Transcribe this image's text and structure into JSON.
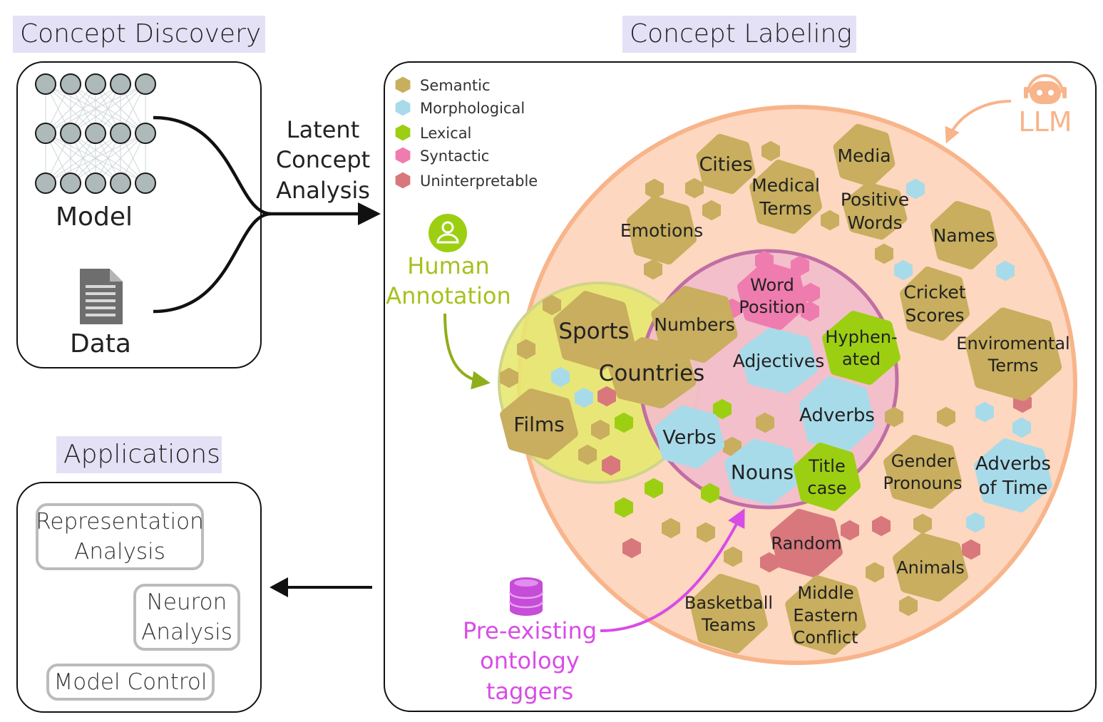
{
  "titles": {
    "discovery": "Concept Discovery",
    "labeling": "Concept Labeling",
    "applications": "Applications"
  },
  "discovery": {
    "model_label": "Model",
    "data_label": "Data",
    "arrow_label": [
      "Latent",
      "Concept",
      "Analysis"
    ]
  },
  "applications": {
    "representation": [
      "Representation",
      "Analysis"
    ],
    "neuron": [
      "Neuron",
      "Analysis"
    ],
    "control": "Model Control"
  },
  "legend": [
    {
      "label": "Semantic",
      "color": "#c8ae5e"
    },
    {
      "label": "Morphological",
      "color": "#a8dbe9"
    },
    {
      "label": "Lexical",
      "color": "#9ccf12"
    },
    {
      "label": "Syntactic",
      "color": "#ef7cae"
    },
    {
      "label": "Uninterpretable",
      "color": "#d8787c"
    }
  ],
  "sources": {
    "llm": "LLM",
    "human": [
      "Human",
      "Annotation"
    ],
    "ontology": [
      "Pre-existing",
      "ontology",
      "taggers"
    ]
  },
  "colors": {
    "semantic": "#c8ae5e",
    "morphological": "#a8dbe9",
    "lexical": "#9ccf12",
    "syntactic": "#ef7cae",
    "uninterpretable": "#d8787c",
    "llm": "#f8b48a",
    "human": "#9ec21f",
    "ontology": "#d84ce6"
  },
  "concepts": [
    {
      "lines": [
        "Cities"
      ],
      "type": "semantic"
    },
    {
      "lines": [
        "Medical",
        "Terms"
      ],
      "type": "semantic"
    },
    {
      "lines": [
        "Media"
      ],
      "type": "semantic"
    },
    {
      "lines": [
        "Positive",
        "Words"
      ],
      "type": "semantic"
    },
    {
      "lines": [
        "Names"
      ],
      "type": "semantic"
    },
    {
      "lines": [
        "Emotions"
      ],
      "type": "semantic"
    },
    {
      "lines": [
        "Cricket",
        "Scores"
      ],
      "type": "semantic"
    },
    {
      "lines": [
        "Enviromental",
        "Terms"
      ],
      "type": "semantic"
    },
    {
      "lines": [
        "Word",
        "Position"
      ],
      "type": "syntactic"
    },
    {
      "lines": [
        "Numbers"
      ],
      "type": "semantic"
    },
    {
      "lines": [
        "Sports"
      ],
      "type": "semantic"
    },
    {
      "lines": [
        "Countries"
      ],
      "type": "semantic"
    },
    {
      "lines": [
        "Hyphen-",
        "ated"
      ],
      "type": "lexical"
    },
    {
      "lines": [
        "Adjectives"
      ],
      "type": "morphological"
    },
    {
      "lines": [
        "Films"
      ],
      "type": "semantic"
    },
    {
      "lines": [
        "Adverbs"
      ],
      "type": "morphological"
    },
    {
      "lines": [
        "Verbs"
      ],
      "type": "morphological"
    },
    {
      "lines": [
        "Nouns"
      ],
      "type": "morphological"
    },
    {
      "lines": [
        "Title",
        "case"
      ],
      "type": "lexical"
    },
    {
      "lines": [
        "Gender",
        "Pronouns"
      ],
      "type": "semantic"
    },
    {
      "lines": [
        "Adverbs",
        "of Time"
      ],
      "type": "morphological"
    },
    {
      "lines": [
        "Random"
      ],
      "type": "uninterpretable"
    },
    {
      "lines": [
        "Animals"
      ],
      "type": "semantic"
    },
    {
      "lines": [
        "Basketball",
        "Teams"
      ],
      "type": "semantic"
    },
    {
      "lines": [
        "Middle",
        "Eastern",
        "Conflict"
      ],
      "type": "semantic"
    }
  ]
}
